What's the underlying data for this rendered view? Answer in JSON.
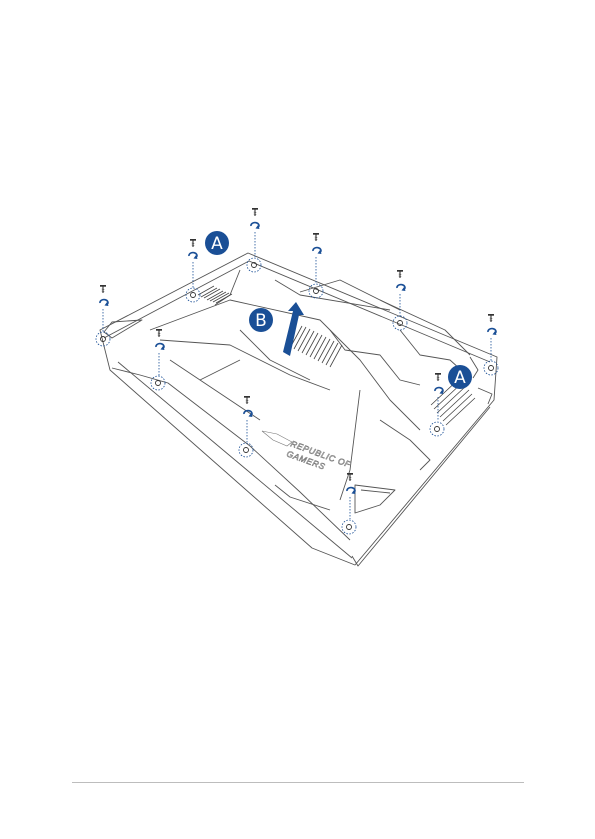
{
  "figure": {
    "labels": {
      "panel_clips": "A",
      "lift_arrow": "B"
    },
    "logo_text": [
      "REPUBLIC OF",
      "GAMERS"
    ],
    "screw_count": 10,
    "colors": {
      "accent": "#1a4f96",
      "line": "#555555",
      "page": "#ffffff",
      "rule": "#bdbdbd"
    }
  }
}
